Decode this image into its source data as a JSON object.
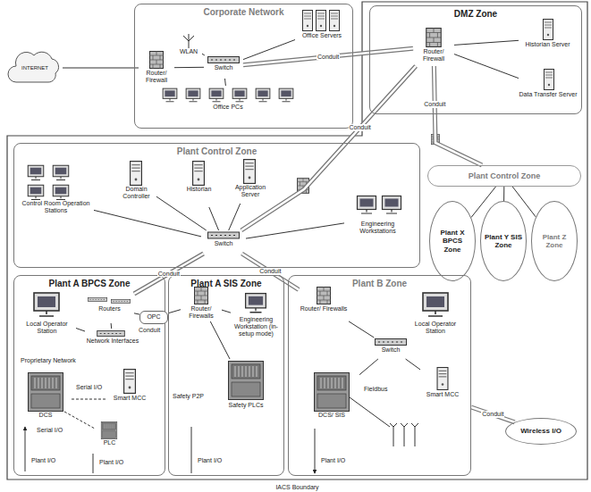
{
  "diagram": {
    "nodes": [
      {
        "text": [
          "Corporate Network"
        ]
      },
      {
        "text": [
          "Router/ Firewall"
        ],
        "in": 0
      },
      {
        "text": [
          "WLAN"
        ],
        "in": 0
      },
      {
        "text": [
          "Office Servers"
        ],
        "in": 0
      },
      {
        "text": [
          "Switch"
        ],
        "in": 0
      },
      {
        "text": [
          "Office PCs"
        ],
        "in": 0
      },
      {
        "text": [
          "INTERNET"
        ]
      },
      {
        "text": [
          "DMZ Zone"
        ]
      },
      {
        "text": [
          "Router/ Firewall"
        ],
        "in": 7
      },
      {
        "text": [
          "Historian Server"
        ],
        "in": 7
      },
      {
        "text": [
          "Data Transfer Server"
        ],
        "in": 7
      },
      {
        "text": [
          "IACS Boundary"
        ]
      },
      {
        "text": [
          "Plant Control Zone"
        ],
        "in": 11
      },
      {
        "text": [
          "Domain Controller"
        ],
        "in": 12
      },
      {
        "text": [
          "Historian"
        ],
        "in": 12
      },
      {
        "text": [
          "Application Server"
        ],
        "in": 12
      },
      {
        "text": [
          "Control Room Operation Stations"
        ],
        "in": 12
      },
      {
        "text": [
          "Switch"
        ],
        "in": 12
      },
      {
        "text": [
          "Engineering Workstations"
        ],
        "in": 12
      },
      {
        "text": [
          "Plant Control Zone"
        ],
        "in": 11
      },
      {
        "text": [
          "Plant X BPCS Zone"
        ],
        "in": 11
      },
      {
        "text": [
          "Plant Y SIS Zone"
        ],
        "in": 11
      },
      {
        "text": [
          "Plant Z Zone"
        ],
        "in": 11
      },
      {
        "text": [
          "Plant A BPCS Zone"
        ],
        "in": 11
      },
      {
        "text": [
          "Local Operator Station"
        ],
        "in": 23
      },
      {
        "text": [
          "Routers"
        ],
        "in": 23
      },
      {
        "text": [
          "Network Interfaces"
        ],
        "in": 23
      },
      {
        "text": [
          "DCS"
        ],
        "in": 23
      },
      {
        "text": [
          "Smart MCC"
        ],
        "in": 23
      },
      {
        "text": [
          "PLC"
        ],
        "in": 23
      },
      {
        "text": [
          "OPC"
        ],
        "in": 11
      },
      {
        "text": [
          "Plant A SIS Zone"
        ],
        "in": 11
      },
      {
        "text": [
          "Router/ Firewalls"
        ],
        "in": 31
      },
      {
        "text": [
          "Engineering Workstation (in-setup mode)"
        ],
        "in": 31
      },
      {
        "text": [
          "Safety PLCs"
        ],
        "in": 31
      },
      {
        "text": [
          "Plant B Zone"
        ],
        "in": 11
      },
      {
        "text": [
          "Router/ Firewalls"
        ],
        "in": 35
      },
      {
        "text": [
          "Local Operator Station"
        ],
        "in": 35
      },
      {
        "text": [
          "Switch"
        ],
        "in": 35
      },
      {
        "text": [
          "Smart MCC"
        ],
        "in": 35
      },
      {
        "text": [
          "DCS/ SIS"
        ],
        "in": 35
      },
      {
        "text": [
          "Wireless I/O"
        ],
        "in": 11
      }
    ],
    "edges": [
      {
        "from": 6,
        "to": 1,
        "arrow": "none"
      },
      {
        "from": 1,
        "to": 4,
        "arrow": "none"
      },
      {
        "from": 2,
        "to": 4,
        "arrow": "none"
      },
      {
        "from": 4,
        "to": 3,
        "arrow": "none"
      },
      {
        "from": 4,
        "to": 5,
        "arrow": "none"
      },
      {
        "from": 4,
        "to": 8,
        "label": "Conduit",
        "arrow": "none"
      },
      {
        "from": 8,
        "to": 9,
        "arrow": "none"
      },
      {
        "from": 8,
        "to": 10,
        "arrow": "none"
      },
      {
        "from": 8,
        "to": 17,
        "label": "Conduit",
        "arrow": "none"
      },
      {
        "from": 8,
        "to": 19,
        "label": "Conduit",
        "arrow": "none"
      },
      {
        "from": 19,
        "to": 20,
        "arrow": "none"
      },
      {
        "from": 19,
        "to": 21,
        "arrow": "none"
      },
      {
        "from": 19,
        "to": 22,
        "arrow": "none"
      },
      {
        "from": 17,
        "to": 13,
        "arrow": "none"
      },
      {
        "from": 17,
        "to": 14,
        "arrow": "none"
      },
      {
        "from": 17,
        "to": 15,
        "arrow": "none"
      },
      {
        "from": 17,
        "to": 16,
        "arrow": "none"
      },
      {
        "from": 17,
        "to": 18,
        "arrow": "none"
      },
      {
        "from": 17,
        "to": 25,
        "label": "Conduit",
        "arrow": "none"
      },
      {
        "from": 17,
        "to": 36,
        "label": "Conduit",
        "arrow": "none"
      },
      {
        "from": 24,
        "to": 26,
        "arrow": "none"
      },
      {
        "from": 25,
        "to": 26,
        "arrow": "none"
      },
      {
        "from": 25,
        "to": 30,
        "arrow": "none"
      },
      {
        "from": 30,
        "to": 32,
        "arrow": "none"
      },
      {
        "from": 32,
        "to": 33,
        "arrow": "none"
      },
      {
        "from": 32,
        "to": 34,
        "arrow": "none"
      },
      {
        "from": 36,
        "to": 38,
        "arrow": "none"
      },
      {
        "from": 38,
        "to": 37,
        "arrow": "none"
      },
      {
        "from": 38,
        "to": 40,
        "arrow": "none"
      },
      {
        "from": 38,
        "to": 39,
        "arrow": "none"
      },
      {
        "from": 35,
        "to": 41,
        "label": "Conduit",
        "arrow": "none"
      }
    ],
    "labels": [
      "Conduit",
      "Proprietary Network",
      "Serial I/O",
      "Serial I/O",
      "Plant I/O",
      "Plant I/O",
      "Safety P2P",
      "Plant I/O",
      "Fieldbus",
      "Plant I/O"
    ]
  }
}
